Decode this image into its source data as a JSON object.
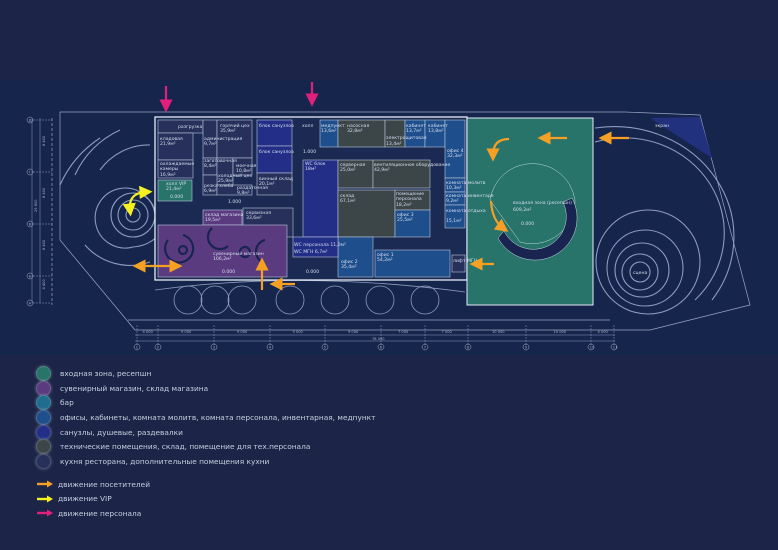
{
  "colors": {
    "bg": "#1c2548",
    "entrance": "#28736a",
    "shop": "#5b3b80",
    "bar": "#1f6d8e",
    "office": "#1e4f8c",
    "sanitary": "#232f86",
    "tech": "#3c4649",
    "kitchen": "#26305a",
    "visitors": "#f5a024",
    "vip": "#f5f020",
    "staff": "#e0207a"
  },
  "rooms": {
    "unload": "разгрузка",
    "storage_name": "кладовая",
    "storage_area": "21,9м²",
    "cold_name": "охлаждаемые камеры",
    "cold_area": "16,9м²",
    "vip_name": "холл VIP",
    "vip_area": "21,4м²",
    "vip_mark": "0.000",
    "hot_name": "горячий цех",
    "hot_area": "35,9м²",
    "admin_name": "администрация",
    "admin_area": "9,7м²",
    "prep_name": "заготовочная",
    "prep_area": "8,4м²",
    "wash_name": "моечная",
    "wash_area": "10,8м²",
    "coldshop_name": "холодный цех",
    "coldshop_area": "25,9м²",
    "bread_name": "резка хлеба",
    "bread_area": "6,9м²",
    "serve_name": "раздаточная",
    "serve_area": "9,8м²",
    "wc1": "блок санузлов",
    "wc2": "блок санузлов",
    "wine_name": "винный склад",
    "wine_area": "20,1м²",
    "hall": "холл",
    "hall_mark": "1.000",
    "med_name": "медпункт",
    "med_area": "13,6м²",
    "pump_name": "насосная",
    "pump_area": "32,8м²",
    "elec_name": "электрощитовая",
    "elec_area": "13,4м²",
    "cab1_name": "кабинет",
    "cab1_area": "13,7м²",
    "cab2_name": "кабинет",
    "cab2_area": "13,8м²",
    "off4_name": "офис 4",
    "off4_area": "32,3м²",
    "wcb_name": "WC блок",
    "wcb_area": "18м²",
    "server_name": "серверная",
    "server_area": "25,0м²",
    "vent_name": "вентиляционное оборудование",
    "vent_area": "42,9м²",
    "whs_name": "склад",
    "whs_area": "67,1м²",
    "staff_name": "помещение персонала",
    "staff_area": "18,2м²",
    "off3_name": "офис 3",
    "off3_area": "25,5м²",
    "off2_name": "офис 2",
    "off2_area": "35,4м²",
    "off1_name": "офис 1",
    "off1_area": "54,2м²",
    "pray_name": "комната молитв",
    "pray_area": "10,3м²",
    "inv_name": "комната инвентаря",
    "inv_area": "9,2м²",
    "rest_name": "комната отдыха",
    "rest_area": "15,1м²",
    "lift": "лифт МГН",
    "shopstore_name": "склад магазина",
    "shopstore_area": "19,5м²",
    "service_name": "сервизная",
    "service_area": "33,6м²",
    "shop_name": "сувенирный магазин",
    "shop_area": "106,2м²",
    "shop_mark": "0.000",
    "wcstaff": "WC персонала 11,0м²",
    "wcmgn": "WC МГН 6,7м²",
    "kitchen_mark": "1.000",
    "bottom_mark": "0.000",
    "entrance_name": "входная зона (ресепшн)",
    "entrance_area": "609,2м²",
    "entrance_mark": "0.000",
    "screen": "экран",
    "stage": "сцена"
  },
  "dimensions": {
    "spans": [
      "4 000",
      "9 000",
      "9 000",
      "9 000",
      "9 000",
      "7 000",
      "7 000",
      "10 000",
      "10 000",
      "4 000"
    ],
    "total": "78 000",
    "axes": [
      "1",
      "2",
      "3",
      "4",
      "5",
      "6",
      "7",
      "8",
      "9",
      "10",
      "11"
    ],
    "rows": [
      "Д",
      "Г",
      "В",
      "Б",
      "А"
    ],
    "row_spans": [
      "8 400",
      "8 400",
      "8 400",
      "4 400"
    ],
    "row_total": "29 600"
  },
  "legend": {
    "zones": [
      {
        "label": "входная зона, ресепшн",
        "color": "#28736a"
      },
      {
        "label": "сувенирный магазин, склад магазина",
        "color": "#5b3b80"
      },
      {
        "label": "бар",
        "color": "#1f6d8e"
      },
      {
        "label": "офисы, кабинеты, комната молитв, комната персонала, инвентарная, медпункт",
        "color": "#1e4f8c"
      },
      {
        "label": "санузлы, душевые, раздевалки",
        "color": "#232f86"
      },
      {
        "label": "технические помещения, склад, помещение для тех.персонала",
        "color": "#3c4649"
      },
      {
        "label": "кухня ресторана, дополнительные помещения кухни",
        "color": "#26305a"
      }
    ],
    "flows": [
      {
        "label": "движение посетителей",
        "color": "#f5a024"
      },
      {
        "label": "движение VIP",
        "color": "#f5f020"
      },
      {
        "label": "движение персонала",
        "color": "#e0207a"
      }
    ]
  }
}
